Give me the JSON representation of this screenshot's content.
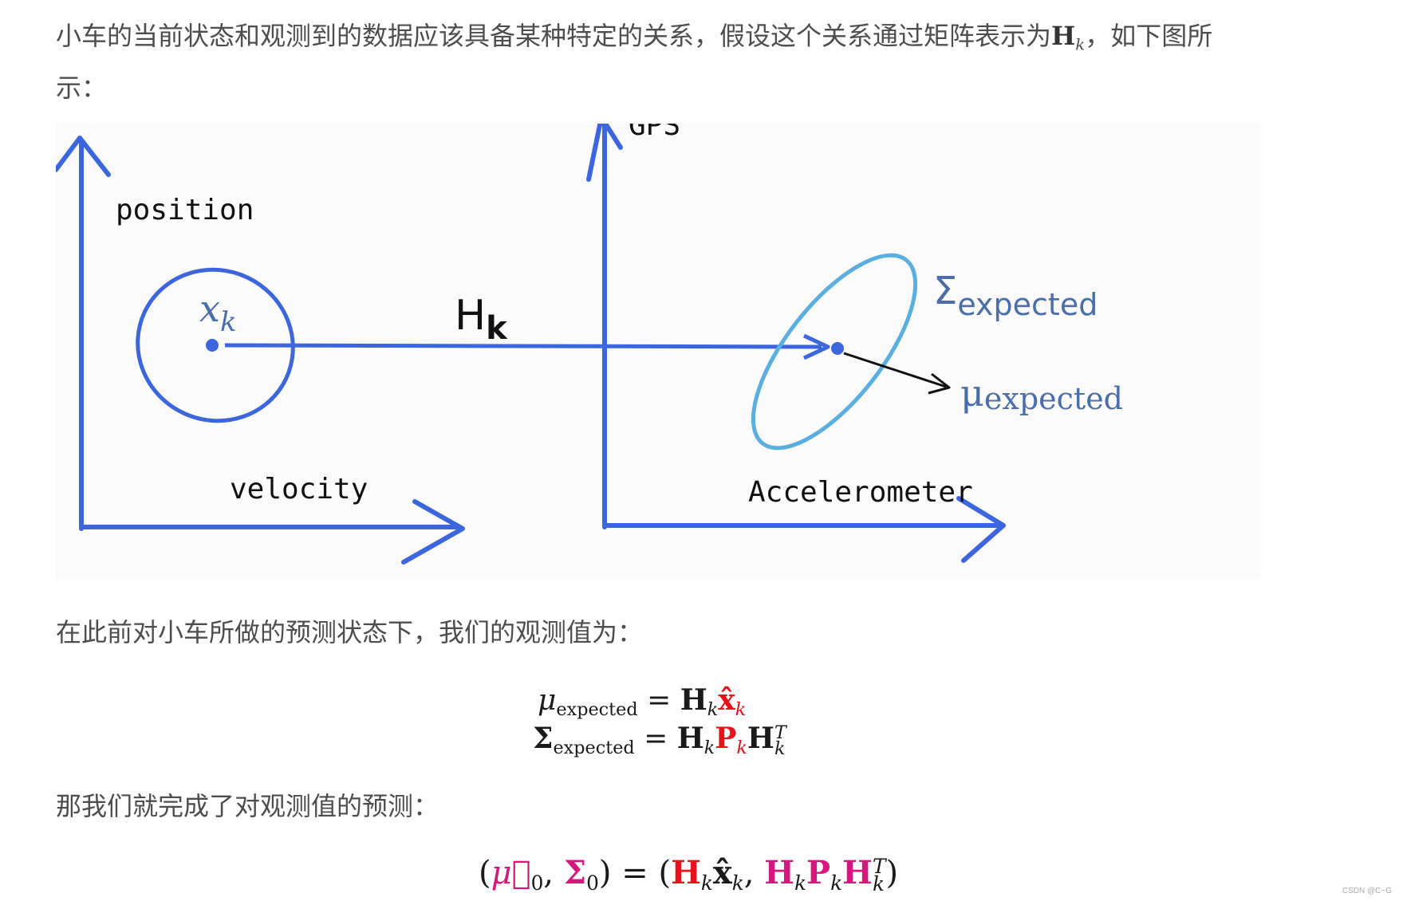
{
  "text": {
    "p1_before": "小车的当前状态和观测到的数据应该具备某种特定的关系，假设这个关系通过矩阵表示为",
    "p1_H": "H",
    "p1_k": "k",
    "p1_after": "，如下图所示：",
    "p2": "在此前对小车所做的预测状态下，我们的观测值为：",
    "p3": "那我们就完成了对观测值的预测："
  },
  "figure": {
    "left_y_label": "position",
    "left_x_label": "velocity",
    "state_label": "x",
    "state_sub": "k",
    "transform_label": "H",
    "transform_sub": "k",
    "right_y_label": "GPS",
    "right_x_label": "Accelerometer",
    "sigma_label": "Σ",
    "sigma_sub": "expected",
    "mu_label": "μ",
    "mu_sub": "expected",
    "colors": {
      "axis": "#3c66dd",
      "ellipse_left": "#3c66dd",
      "ellipse_right": "#5aaee0",
      "label_blue": "#4a6ea9",
      "arrow_black": "#111111"
    }
  },
  "eq1": {
    "mu": "μ",
    "mu_sub": "expected",
    "equals": "=",
    "H": "H",
    "H_sub": "k",
    "x": "x̂",
    "x_sub": "k"
  },
  "eq2": {
    "sigma": "Σ",
    "sigma_sub": "expected",
    "equals": "=",
    "H": "H",
    "H_sub": "k",
    "P": "P",
    "P_sub": "k",
    "H2": "H",
    "H2_sup": "T",
    "H2_sub": "k"
  },
  "eq3": {
    "open": "(",
    "mu": "μ⃗",
    "mu_sub": "0",
    "comma1": ",",
    "sigma": "Σ",
    "sigma_sub": "0",
    "close": ")",
    "equals": "=",
    "open2": "(",
    "H": "H",
    "H_sub": "k",
    "x": "x̂",
    "x_sub": "k",
    "comma2": ",",
    "H2": "H",
    "H2_sub": "k",
    "P": "P",
    "P_sub": "k",
    "H3": "H",
    "H3_sup": "T",
    "H3_sub": "k",
    "close2": ")"
  },
  "watermark": "CSDN @C~G"
}
